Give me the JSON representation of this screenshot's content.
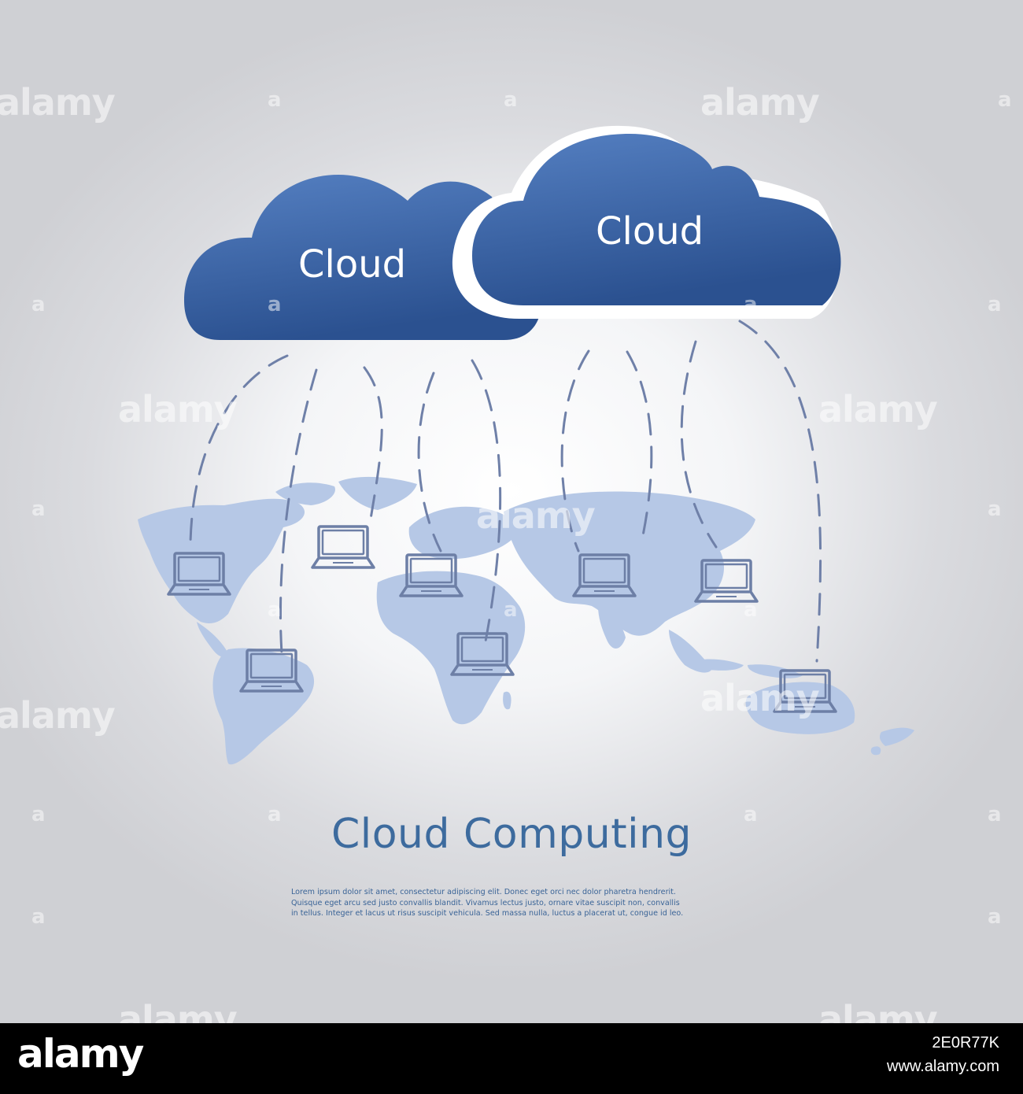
{
  "clouds": [
    {
      "label": "Cloud"
    },
    {
      "label": "Cloud"
    }
  ],
  "title": "Cloud Computing",
  "body_lines": [
    "Lorem ipsum dolor sit amet, consectetur adipiscing elit. Donec eget orci nec dolor pharetra hendrerit.",
    "Quisque eget arcu sed justo convallis blandit. Vivamus lectus justo, ornare vitae suscipit non, convallis",
    "in tellus. Integer et lacus ut risus suscipit vehicula. Sed massa nulla, luctus a placerat ut, congue id leo."
  ],
  "watermark": {
    "text": "alamy",
    "mark": "a"
  },
  "footer": {
    "logo": "alamy",
    "image_id": "2E0R77K",
    "site": "www.alamy.com"
  },
  "colors": {
    "cloud": "#3f6dad",
    "cloud_dark": "#2b5190",
    "map": "#b6c8e6",
    "laptop": "#6d7fa6",
    "dash": "#6f80a8",
    "title": "#3d6b9e"
  },
  "icons": [
    "cloud-icon",
    "laptop-icon",
    "world-map"
  ]
}
